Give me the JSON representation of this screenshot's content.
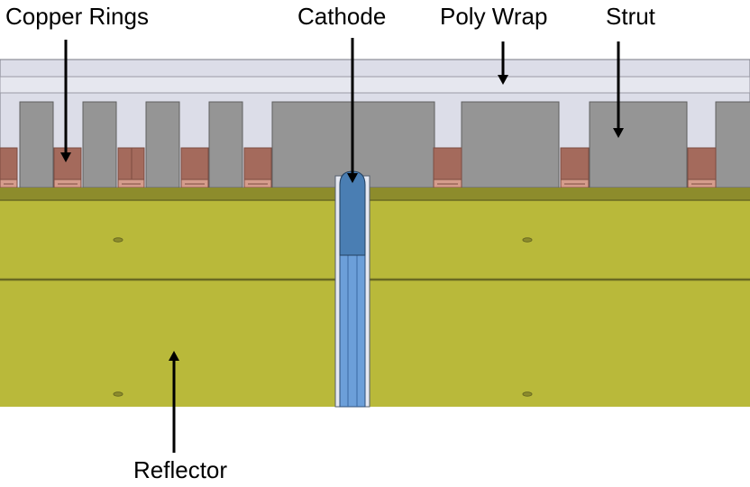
{
  "labels": {
    "copper_rings": "Copper Rings",
    "cathode": "Cathode",
    "poly_wrap": "Poly Wrap",
    "strut": "Strut",
    "reflector": "Reflector"
  },
  "colors": {
    "poly_wrap": "#dcdde8",
    "poly_wrap_band": "#e6e7ef",
    "strut": "#959595",
    "strut_edge": "#5e5e5e",
    "copper": "#a46a5c",
    "copper_dark": "#7d4c41",
    "copper_base": "#d59c8c",
    "reflector": "#b9b93a",
    "reflector_top": "#8d8c2c",
    "reflector_line": "#6a6a22",
    "cathode_tip": "#4a7eb3",
    "cathode_body": "#6c9fd9",
    "cathode_sleeve": "#e6e9f2",
    "arrow": "#000000"
  }
}
